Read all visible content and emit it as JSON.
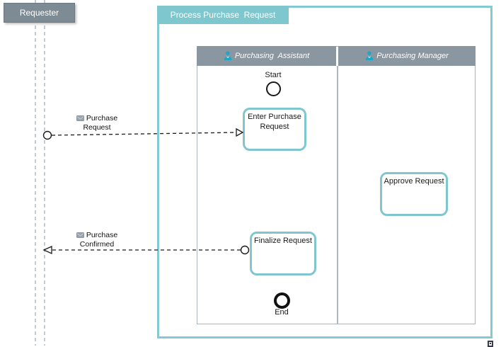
{
  "requester_pool": {
    "label": "Requester"
  },
  "process_pool": {
    "title": "Process Purchase  Request"
  },
  "lanes": [
    {
      "label": "Purchasing  Assistant",
      "icon": "person-icon"
    },
    {
      "label": "Purchasing Manager",
      "icon": "person-icon"
    }
  ],
  "events": {
    "start": {
      "label": "Start"
    },
    "end": {
      "label": "End"
    }
  },
  "tasks": [
    {
      "label": "Enter Purchase Request",
      "lane": "Purchasing Assistant"
    },
    {
      "label": "Approve Request",
      "lane": "Purchasing Manager"
    },
    {
      "label": "Finalize Request",
      "lane": "Purchasing Assistant"
    }
  ],
  "message_flows": [
    {
      "label_line1": "Purchase",
      "label_line2": "Request",
      "icon": "envelope-icon",
      "from": "Requester",
      "to": "Enter Purchase Request",
      "style": "dashed"
    },
    {
      "label_line1": "Purchase",
      "label_line2": "Confirmed",
      "icon": "envelope-icon",
      "from": "Finalize Request",
      "to": "Requester",
      "style": "dashed"
    }
  ],
  "colors": {
    "pool_border_teal": "#85C9D2",
    "pool_tab_teal": "#7EC7CE",
    "task_border_teal": "#7FC6CF",
    "lane_header_gray": "#8A96A0",
    "collapsed_pool_gray": "#7D8B94",
    "lifeline_gray": "#C3CCD3",
    "person_icon_teal": "#1BA7C6",
    "envelope_gray": "#99A4AC",
    "text_dark": "#1a1a1a",
    "text_white": "#ffffff"
  }
}
